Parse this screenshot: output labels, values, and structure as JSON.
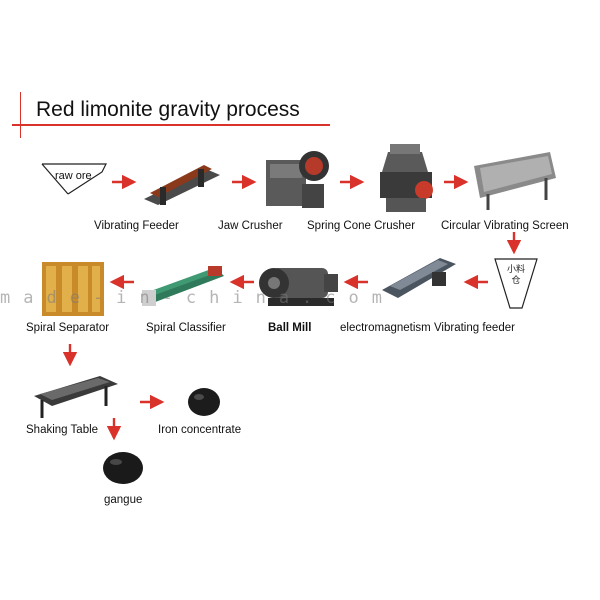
{
  "title": "Red limonite gravity process",
  "nodes": {
    "raw_ore": "raw ore",
    "vibrating_feeder": "Vibrating Feeder",
    "jaw_crusher": "Jaw Crusher",
    "spring_cone_crusher": "Spring Cone Crusher",
    "circular_vibrating_screen": "Circular Vibrating Screen",
    "hopper": "小料仓",
    "em_vibrating_feeder": "electromagnetism Vibrating feeder",
    "ball_mill": "Ball Mill",
    "spiral_classifier": "Spiral Classifier",
    "spiral_separator": "Spiral Separator",
    "shaking_table": "Shaking Table",
    "iron_concentrate": "Iron concentrate",
    "gangue": "gangue"
  },
  "watermark": "made-in-china.com",
  "colors": {
    "accent": "#d9322b",
    "machine": "#3a3a3a"
  }
}
